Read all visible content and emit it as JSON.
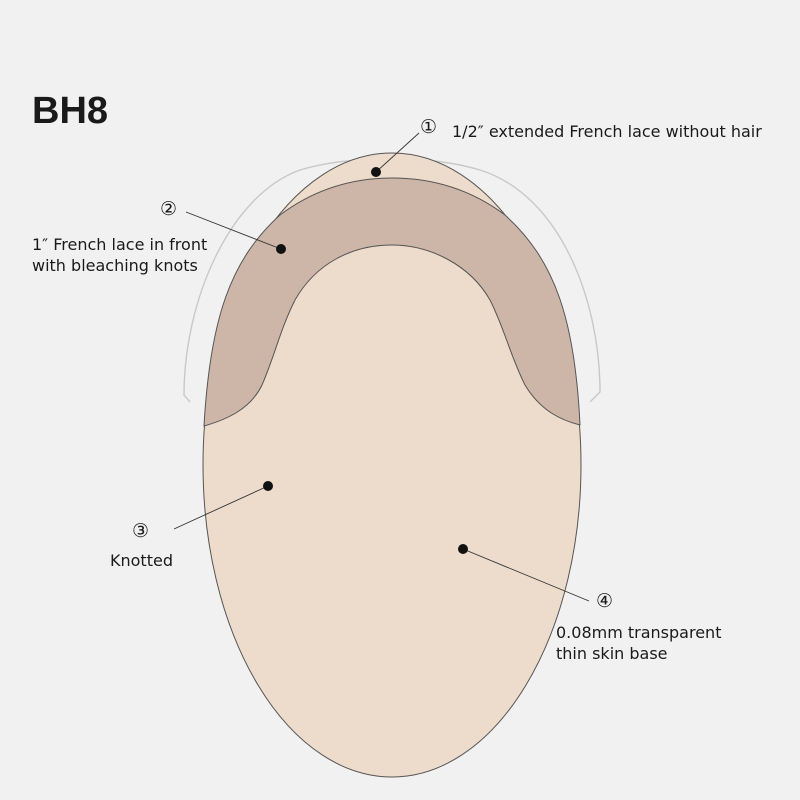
{
  "title": "BH8",
  "callouts": [
    {
      "number": "①",
      "text": "1/2″ extended French lace without hair"
    },
    {
      "number": "②",
      "text": [
        "1″ French lace in front",
        "with bleaching knots"
      ]
    },
    {
      "number": "③",
      "text": "Knotted"
    },
    {
      "number": "④",
      "text": [
        "0.08mm transparent",
        "thin skin base"
      ]
    }
  ],
  "colors": {
    "background": "#f1f1f1",
    "base": "#eddccb",
    "front_lace": "#cdb6a8",
    "extended_lace_outline": "#c8c8c8",
    "outline": "#555555",
    "leader": "#333333"
  }
}
